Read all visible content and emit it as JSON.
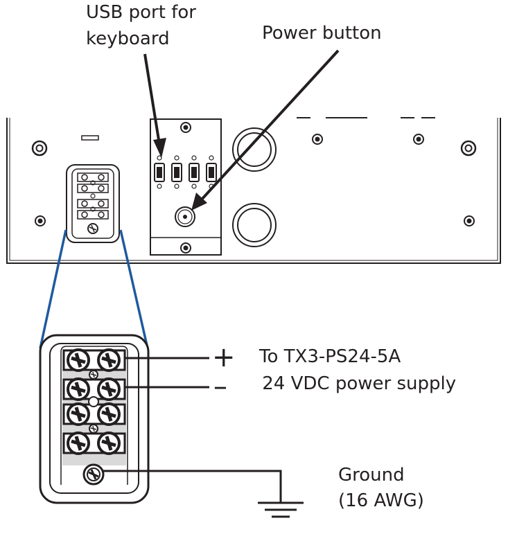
{
  "labels": {
    "usb_line1": "USB port for",
    "usb_line2": "keyboard",
    "power_button": "Power button",
    "supply_line1": "To TX3-PS24-5A",
    "supply_line2": " 24 VDC power supply",
    "ground_line1": "Ground",
    "ground_line2": "(16 AWG)",
    "plus_sign": "+",
    "minus_sign": "–"
  },
  "colors": {
    "line": "#231f20",
    "callout": "#1f5a9e",
    "gray": "#d9d9d9",
    "background": "#ffffff"
  }
}
